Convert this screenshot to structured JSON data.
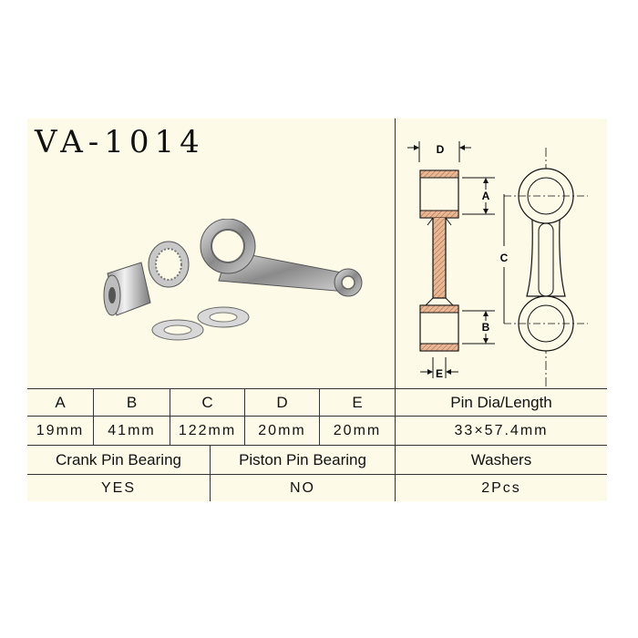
{
  "product": {
    "model": "VA-1014"
  },
  "diagram": {
    "label_d": "D",
    "label_a": "A",
    "label_c": "C",
    "label_b": "B",
    "label_e": "E"
  },
  "specs": {
    "headers": [
      "A",
      "B",
      "C",
      "D",
      "E",
      "Pin Dia/Length"
    ],
    "values": [
      "19mm",
      "41mm",
      "122mm",
      "20mm",
      "20mm",
      "33×57.4mm"
    ]
  },
  "parts": {
    "headers": [
      "Crank Pin Bearing",
      "Piston Pin Bearing",
      "Washers"
    ],
    "values": [
      "YES",
      "NO",
      "2Pcs"
    ]
  },
  "colors": {
    "background": "#fdfbe8",
    "line": "#333333",
    "hatch": "#d9a07a"
  }
}
